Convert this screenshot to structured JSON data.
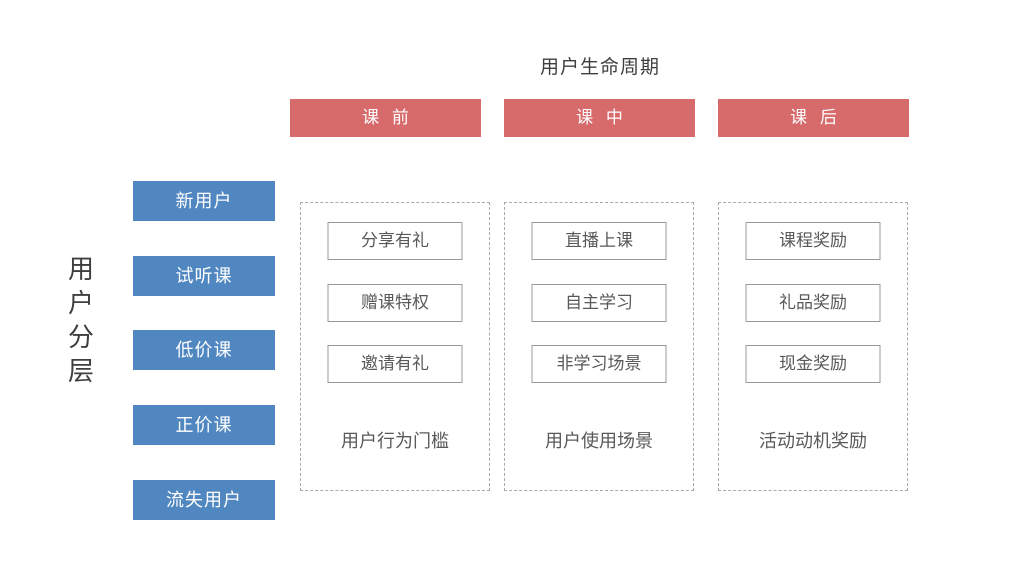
{
  "title": "用户生命周期",
  "left": {
    "vertical_label": "用户分层",
    "segments": [
      "新用户",
      "试听课",
      "低价课",
      "正价课",
      "流失用户"
    ]
  },
  "phases": [
    {
      "header": "课 前",
      "items": [
        "分享有礼",
        "赠课特权",
        "邀请有礼"
      ],
      "caption": "用户行为门槛"
    },
    {
      "header": "课 中",
      "items": [
        "直播上课",
        "自主学习",
        "非学习场景"
      ],
      "caption": "用户使用场景"
    },
    {
      "header": "课 后",
      "items": [
        "课程奖励",
        "礼品奖励",
        "现金奖励"
      ],
      "caption": "活动动机奖励"
    }
  ],
  "colors": {
    "phase_header_bg": "#d76b6c",
    "segment_bg": "#5187c1",
    "box_border": "#999999",
    "panel_dashed_border": "#a9a9a9",
    "body_text": "#595959",
    "title_text": "#3f3f3f"
  }
}
